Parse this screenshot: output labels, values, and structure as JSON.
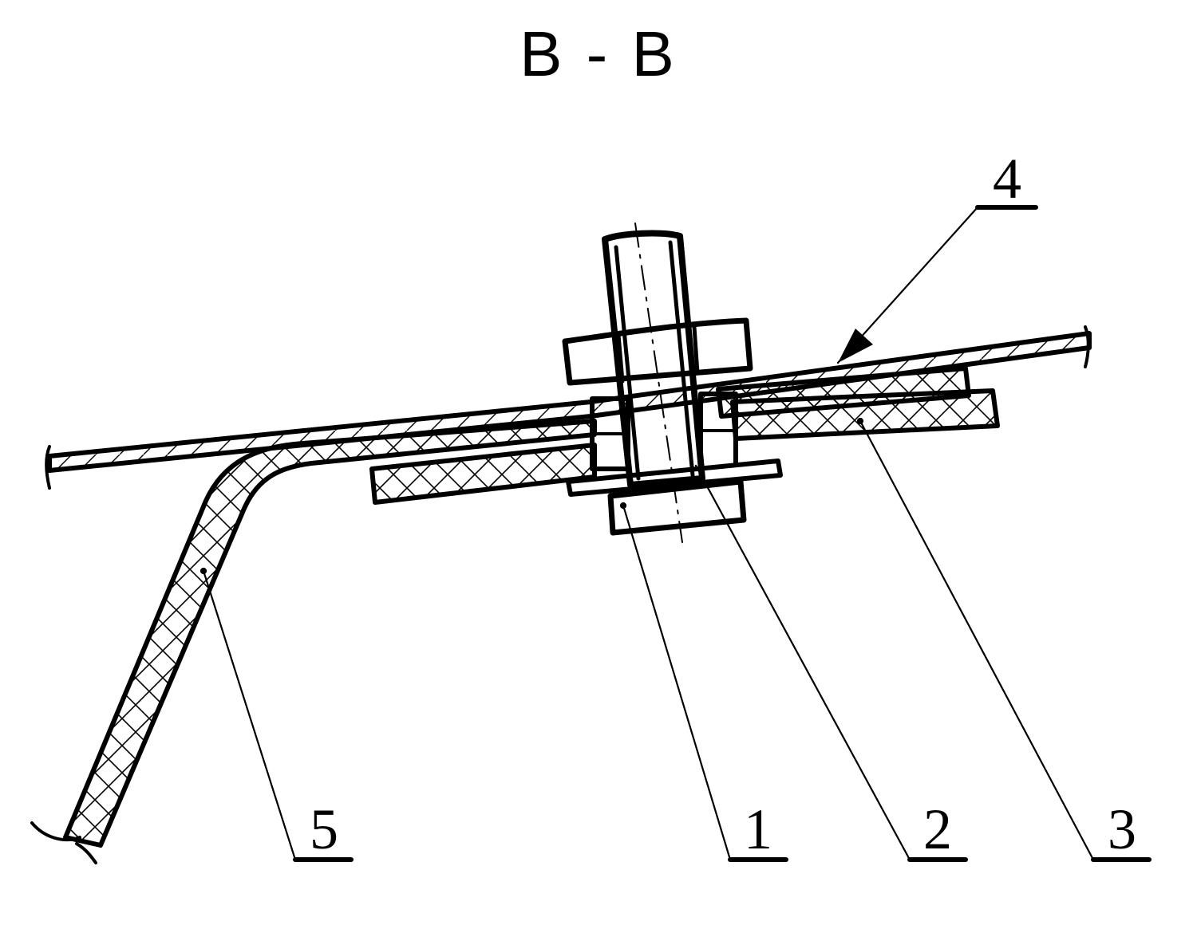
{
  "section_title": "B - B",
  "callouts": [
    {
      "label": "1"
    },
    {
      "label": "2"
    },
    {
      "label": "3"
    },
    {
      "label": "4"
    },
    {
      "label": "5"
    }
  ],
  "colors": {
    "ink": "#000000",
    "paper": "#ffffff"
  }
}
